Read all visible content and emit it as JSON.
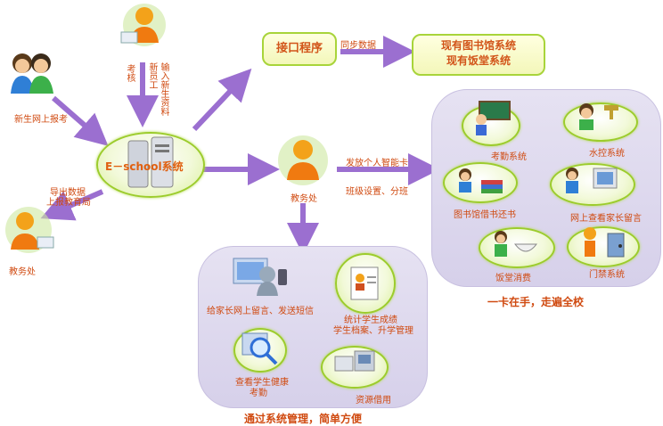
{
  "labels": {
    "new_student_apply": "新生网上报考",
    "exam": "考核",
    "input_staff": "输入新生资料",
    "input_new": "新员工",
    "export_data": "导出数据",
    "report_bureau": "上报教育局",
    "academic_office_left": "教务处",
    "system_name": "E－school系统",
    "interface_program": "接口程序",
    "sync_data": "同步数据",
    "existing_systems": [
      "现有图书馆系统",
      "现有饭堂系统"
    ],
    "academic_office_mid": "教务处",
    "issue_card": "发放个人智能卡",
    "class_setup": "班级设置、分班",
    "card_items": {
      "attendance": "考勤系统",
      "water": "水控系统",
      "library": "图书馆借书还书",
      "parent_msg_check": "网上查看家长留言",
      "canteen": "饭堂消费",
      "access": "门禁系统"
    },
    "card_caption": "一卡在手，走遍全校",
    "mgmt_items": {
      "parent_message": "给家长网上留言、发送短信",
      "stats_line1": "统计学生成绩",
      "stats_line2": "学生档案、升学管理",
      "health_line1": "查看学生健康",
      "health_line2": "考勤",
      "resource": "资源借用"
    },
    "mgmt_caption": "通过系统管理，简单方便"
  },
  "colors": {
    "label_orange": "#d04a10",
    "arrow_purple": "#9b6fd0",
    "ellipse_border": "#9ccc2c",
    "panel_fill": "#ddd8ee"
  }
}
